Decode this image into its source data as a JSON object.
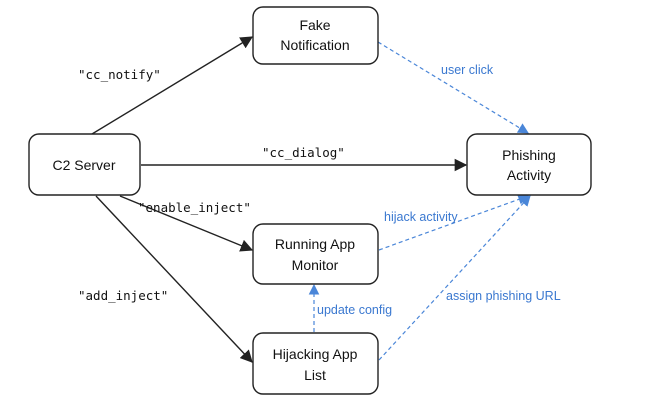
{
  "colors": {
    "solid_edge": "#222222",
    "dashed_edge": "#4a86d8",
    "dashed_label": "#3a78d0"
  },
  "nodes": {
    "fake_notification": [
      "Fake",
      "Notification"
    ],
    "c2_server": [
      "C2 Server"
    ],
    "phishing_activity": [
      "Phishing",
      "Activity"
    ],
    "running_app_monitor": [
      "Running App",
      "Monitor"
    ],
    "hijacking_app_list": [
      "Hijacking App",
      "List"
    ]
  },
  "edges": {
    "cc_notify": "\"cc_notify\"",
    "cc_dialog": "\"cc_dialog\"",
    "enable_inject": "\"enable_inject\"",
    "add_inject": "\"add_inject\"",
    "user_click": "user click",
    "hijack_activity": "hijack activity",
    "update_config": "update config",
    "assign_phishing_url": "assign phishing URL"
  }
}
